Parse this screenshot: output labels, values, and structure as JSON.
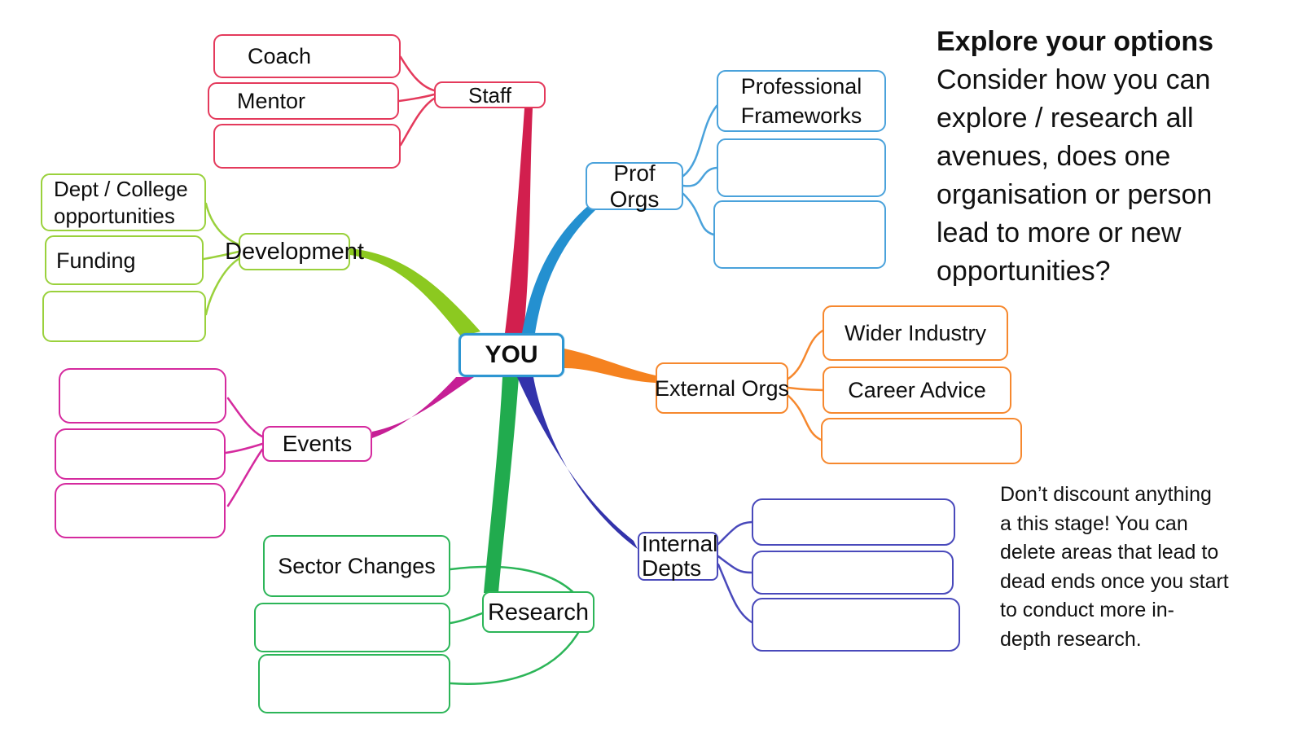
{
  "heading": {
    "title": "Explore your options",
    "body": "Consider how you can\nexplore / research all\navenues, does one\norganisation or person\nlead to more or new\nopportunities?"
  },
  "note": {
    "text": "Don’t discount anything\na this stage! You can\ndelete areas that lead to\ndead ends once you start\nto conduct more in-\ndepth research."
  },
  "center": {
    "label": "YOU",
    "color": "#2e96d2"
  },
  "branches": {
    "staff": {
      "label": "Staff",
      "color": "#e43a5c",
      "curve": "#d21f4e",
      "children": [
        "Coach",
        "Mentor",
        ""
      ]
    },
    "development": {
      "label": "Development",
      "color": "#9ad13c",
      "curve": "#8cc920",
      "children": [
        "Dept / College\nopportunities",
        "Funding",
        ""
      ]
    },
    "prof_orgs": {
      "label": "Prof Orgs",
      "color": "#4aa2db",
      "curve": "#2490d0",
      "children": [
        "Professional\nFrameworks",
        "",
        ""
      ]
    },
    "external_orgs": {
      "label": "External Orgs",
      "color": "#f6882e",
      "curve": "#f5821f",
      "children": [
        "Wider Industry",
        "Career Advice",
        ""
      ]
    },
    "events": {
      "label": "Events",
      "color": "#d52a9e",
      "curve": "#c61f95",
      "children": [
        "",
        "",
        ""
      ]
    },
    "research": {
      "label": "Research",
      "color": "#2cb558",
      "curve": "#21ab4e",
      "children": [
        "Sector Changes",
        "",
        ""
      ]
    },
    "internal_depts": {
      "label": "Internal\nDepts",
      "color": "#4949bb",
      "curve": "#3333ab",
      "children": [
        "",
        "",
        ""
      ]
    }
  }
}
